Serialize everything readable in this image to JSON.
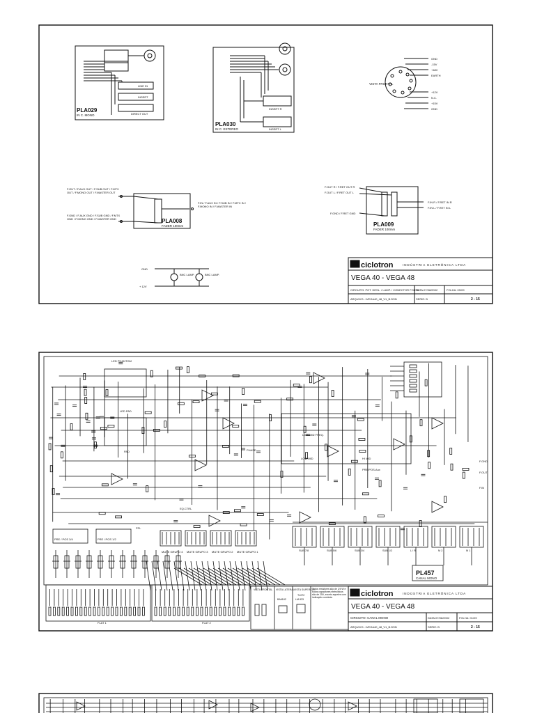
{
  "sheet1": {
    "pla029": {
      "name": "PLA029",
      "desc": "IN C. MONO",
      "jacks": [
        "LINE IN",
        "INSERT",
        "DIRECT OUT"
      ]
    },
    "pla030": {
      "name": "PLA030",
      "desc": "IN C. ESTEREO",
      "jacks": [
        "INSERT R",
        "INSERT L"
      ]
    },
    "connector": {
      "title": "VISTA FRONTAL",
      "pins_top": [
        "GND",
        "-15V",
        "+48V",
        "EARTH"
      ],
      "pins_bottom": [
        "+12V",
        "N.C.",
        "+15V",
        "GND"
      ]
    },
    "pla008": {
      "name": "PLA008",
      "desc": "FADER 100mm",
      "in_top": "F.OUT / F.AUX OUT / F.SUB OUT / F.MTX OUT / F.MONO OUT / F.MASTER OUT",
      "in_bottom": "F.GND / F.AUX GND / F.SUB GND / F.MTX GND / F.MONO GND / F.MASTER GND",
      "out_right": "F.IN / F.AUX IN / F.SUB IN / F.MTX IN / F.MONO IN / F.MASTER IN"
    },
    "pla009": {
      "name": "PLA009",
      "desc": "FADER 100mm",
      "in_top1": "F.OUT R / F.RET OUT R",
      "in_top2": "F.OUT L / F.RET OUT L",
      "in_gnd": "F.GND / F.RET GND",
      "out1": "F.IN R / F.RET IN R",
      "out2": "F.IN L / F.RET IN L"
    },
    "lamps": {
      "gnd": "GND",
      "v12": "+ 12V",
      "lamp1": "BNC LAMP.",
      "lamp2": "BNC LAMP."
    },
    "titleblock": {
      "brand": "ciclotron",
      "tagline": "INDÚSTRIA ELETRÔNICA LTDA",
      "title": "VEGA 40 - VEGA 48",
      "circuit": "CIRCUITO: POT. DESL. / LAMP. / CONECTOR FONTE",
      "date": "DATA:07/08/2002",
      "folha": "FOLHA: 09/09",
      "arquivo": "ARQUIVO:..\\VEGA40_48_V1_B.DSN",
      "serie": "SERIE: B",
      "page": "2 - 15"
    }
  },
  "sheet2": {
    "pl457": {
      "name": "PL457",
      "desc": "CANAL MONO"
    },
    "labels": {
      "led_phantom": "LED PHANTOM",
      "led_pad": "LED PAD",
      "pad": "PAD",
      "phase": "PHASE",
      "eq_ctrl": "EQ.CTRL",
      "low_mid": "LOW MID FREQ.",
      "low_mid_gain": "LOW MID",
      "hi_mid": "HI MID",
      "pre_post": "PRE/POS.Aux",
      "pfl": "PFL",
      "pre_post_1": "PRE / POS 3/4",
      "pre_post_2": "PRE / POS 1/2",
      "mute_g4": "MUTE GRUPO 4",
      "mute_g3": "MUTE GRUPO 3",
      "mute_g2": "MUTE GRUPO 2",
      "mute_g1": "MUTE GRUPO 1",
      "flat1": "FLAT 1",
      "flat2": "FLAT 2",
      "fader_out": "F.OUT",
      "fader_in": "F.IN",
      "fader_gnd": "F.GND"
    },
    "switches": [
      "SUB 7/8",
      "SUB 5/6",
      "SUB 3/4",
      "SUB 1/2",
      "L / R",
      "M 2",
      "M 1"
    ],
    "notes": {
      "v1": "VISTA FRONTAL",
      "v2": "VISTA LATERAL",
      "v3": "VISTA SUPERIOR",
      "ic1": "TL072",
      "ic2": "LM 833",
      "tr": "BA6182",
      "note": "Todos resistores são de 1/4 W e todos capacitores eletrolíticos são de 25V, exceto aqueles com indicação contrária."
    },
    "titleblock": {
      "brand": "ciclotron",
      "tagline": "INDÚSTRIA ELETRÔNICA LTDA",
      "title": "VEGA 40 - VEGA 48",
      "circuit": "CIRCUITO: CANAL MONO",
      "date": "DATA:07/08/2002",
      "folha": "FOLHA: 01/09",
      "arquivo": "ARQUIVO:..\\VEGA40_48_V1_B.DSN",
      "serie": "SERIE: B",
      "page": "2 - 15"
    }
  },
  "colors": {
    "ink": "#111111",
    "paper": "#ffffff"
  }
}
